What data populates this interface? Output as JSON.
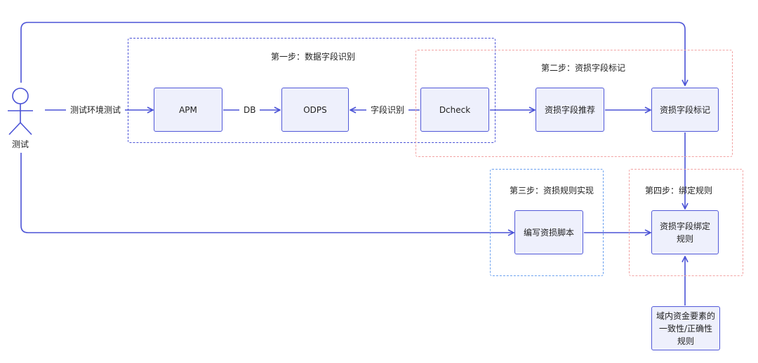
{
  "actor": {
    "label": "测试"
  },
  "groups": {
    "step1": {
      "title": "第一步：数据字段识别",
      "border": "#4a52d6"
    },
    "step2": {
      "title": "第二步：资损字段标记",
      "border": "#f2a3a3"
    },
    "step3": {
      "title": "第三步：资损规则实现",
      "border": "#6aa0ef"
    },
    "step4": {
      "title": "第四步：绑定规则",
      "border": "#f2a3a3"
    }
  },
  "nodes": {
    "apm": "APM",
    "odps": "ODPS",
    "dcheck": "Dcheck",
    "recommend": "资损字段推荐",
    "mark": "资损字段标记",
    "script": "编写资损脚本",
    "bind": "资损字段绑定规则",
    "consistency": "域内资金要素的一致性/正确性规则"
  },
  "edge_labels": {
    "actor_apm": "测试环境测试",
    "apm_odps": "DB",
    "dcheck_odps": "字段识别"
  },
  "colors": {
    "line": "#4a52d6",
    "node_fill": "#eef0fc",
    "node_border": "#5158d8"
  }
}
